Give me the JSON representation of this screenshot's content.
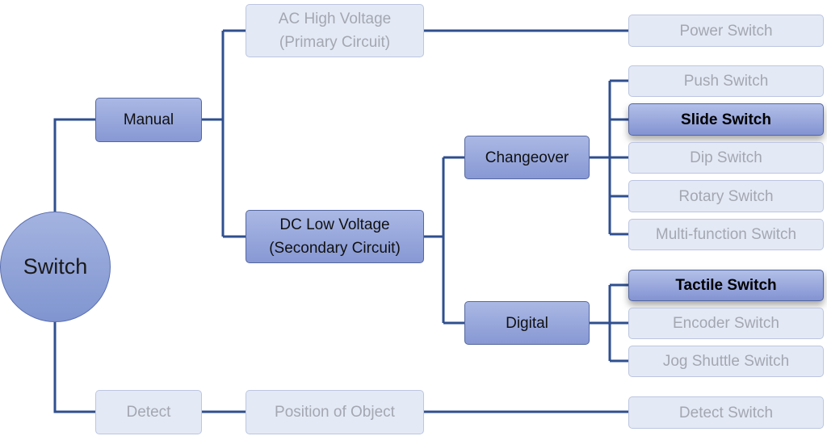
{
  "diagram": {
    "root": "Switch",
    "level1": {
      "manual": "Manual",
      "detect": "Detect"
    },
    "level2": {
      "ac": "AC High Voltage\n(Primary Circuit)",
      "dc": "DC Low Voltage\n(Secondary Circuit)",
      "position": "Position of Object"
    },
    "level3": {
      "changeover": "Changeover",
      "digital": "Digital"
    },
    "leaves": {
      "power": "Power Switch",
      "push": "Push Switch",
      "slide": "Slide Switch",
      "dip": "Dip Switch",
      "rotary": "Rotary Switch",
      "multi": "Multi-function Switch",
      "tactile": "Tactile Switch",
      "encoder": "Encoder Switch",
      "jog": "Jog Shuttle Switch",
      "detect_switch": "Detect Switch"
    },
    "highlighted": [
      "Slide Switch",
      "Tactile Switch"
    ]
  },
  "colors": {
    "connector": "#2f4f8f",
    "active_fill": "#8798d4",
    "faded_fill": "#e4e9f6",
    "faded_text": "#a3a7b0"
  }
}
